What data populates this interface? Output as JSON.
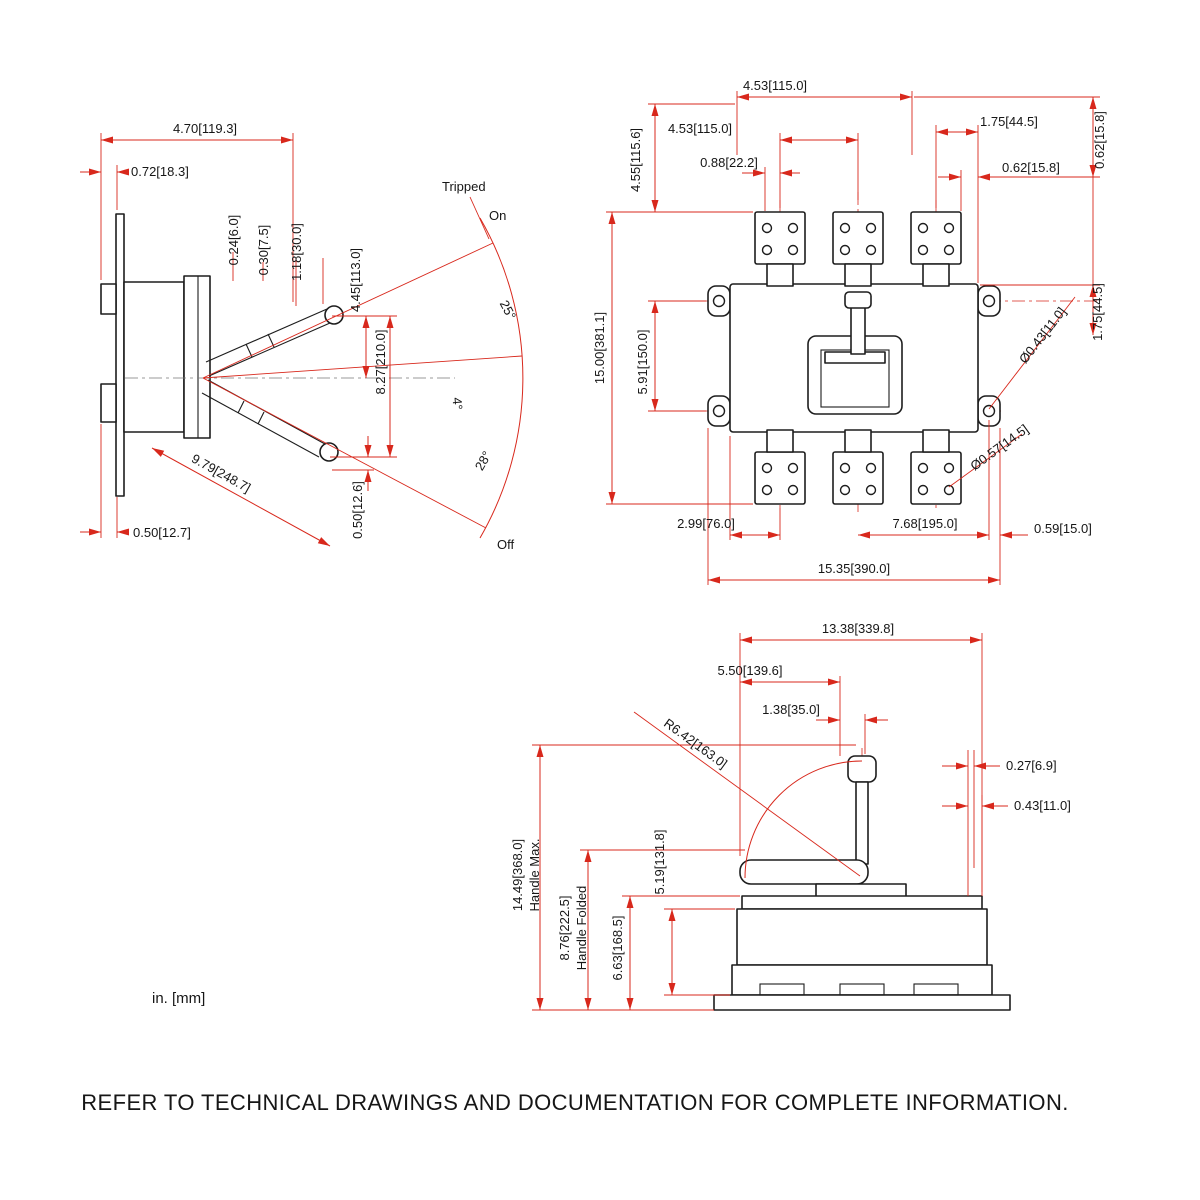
{
  "drawing": {
    "units_note": "in. [mm]",
    "footer": "REFER TO TECHNICAL DRAWINGS AND DOCUMENTATION FOR COMPLETE INFORMATION."
  },
  "side_view": {
    "dim_width_top": "4.70[119.3]",
    "dim_offset": "0.72[18.3]",
    "dim_024": "0.24[6.0]",
    "dim_030": "0.30[7.5]",
    "dim_118": "1.18[30.0]",
    "dim_445": "4.45[113.0]",
    "dim_827": "8.27[210.0]",
    "label_tripped": "Tripped",
    "label_on": "On",
    "angle_tripped": "25°",
    "angle_on": "4°",
    "angle_off": "28°",
    "dim_handle": "9.79[248.7]",
    "dim_050a": "0.50[12.6]",
    "dim_050b": "0.50[12.7]",
    "label_off": "Off"
  },
  "front_view": {
    "dim_pitch_top": "4.53[115.0]",
    "dim_pitch_left": "4.53[115.0]",
    "dim_175_top": "1.75[44.5]",
    "dim_088": "0.88[22.2]",
    "dim_062_top": "0.62[15.8]",
    "dim_062_right": "0.62[15.8]",
    "dim_455": "4.55[115.6]",
    "dim_height": "15.00[381.1]",
    "dim_591": "5.91[150.0]",
    "dim_hole_small": "Ø0.43[11.0]",
    "dim_175_right": "1.75[44.5]",
    "dim_hole_large": "Ø0.57[14.5]",
    "dim_299": "2.99[76.0]",
    "dim_768": "7.68[195.0]",
    "dim_059": "0.59[15.0]",
    "dim_width": "15.35[390.0]"
  },
  "bottom_view": {
    "dim_1338": "13.38[339.8]",
    "dim_550": "5.50[139.6]",
    "dim_138": "1.38[35.0]",
    "dim_radius": "R6.42[163.0]",
    "dim_027": "0.27[6.9]",
    "dim_043": "0.43[11.0]",
    "dim_1449": "14.49[368.0]",
    "dim_1449_label": "Handle Max.",
    "dim_876": "8.76[222.5]",
    "dim_876_label": "Handle Folded",
    "dim_663": "6.63[168.5]",
    "dim_519": "5.19[131.8]"
  }
}
